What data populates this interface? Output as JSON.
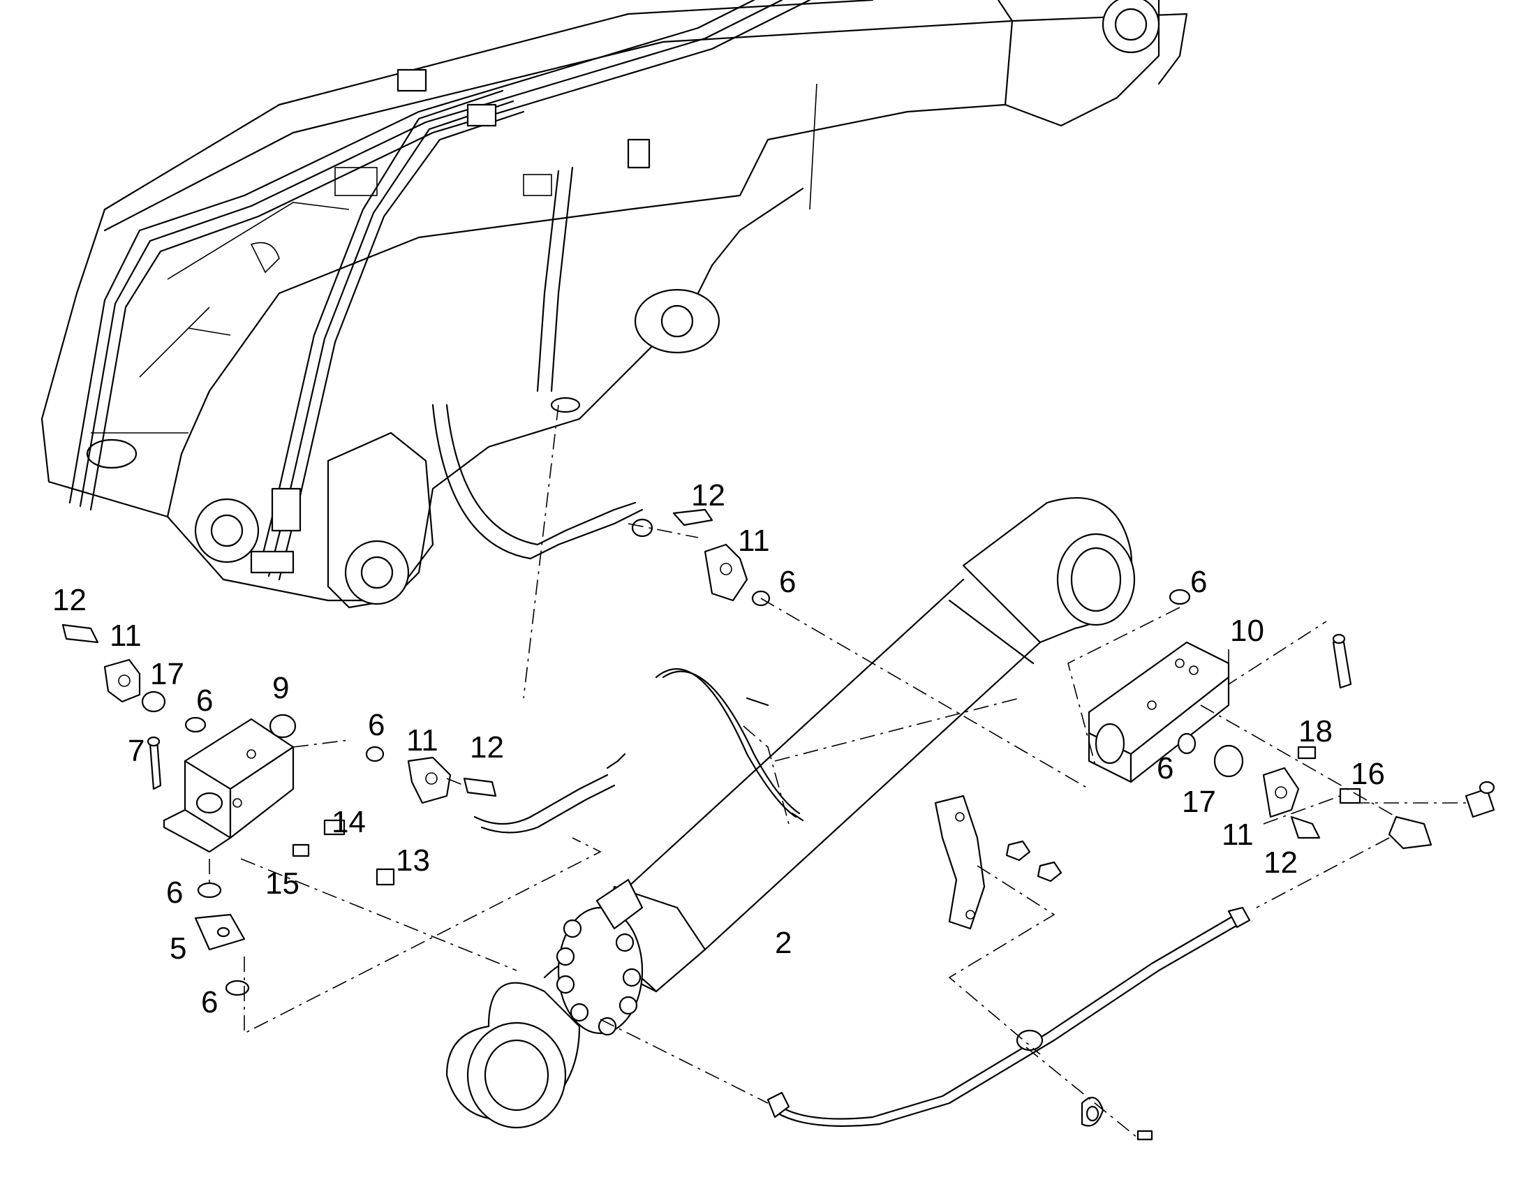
{
  "callouts": {
    "c12_top": "12",
    "c11_top": "11",
    "c6_top": "6",
    "c6_right_top": "6",
    "c10": "10",
    "c18": "18",
    "c16": "16",
    "c6_right_mid": "6",
    "c17_right": "17",
    "c11_right": "11",
    "c12_right": "12",
    "c12_left": "12",
    "c11_left": "11",
    "c17_left": "17",
    "c6_left_a": "6",
    "c9": "9",
    "c7": "7",
    "c6_mid": "6",
    "c11_mid": "11",
    "c12_mid": "12",
    "c14": "14",
    "c13": "13",
    "c15": "15",
    "c6_left_b": "6",
    "c5": "5",
    "c6_left_c": "6",
    "c2": "2"
  }
}
